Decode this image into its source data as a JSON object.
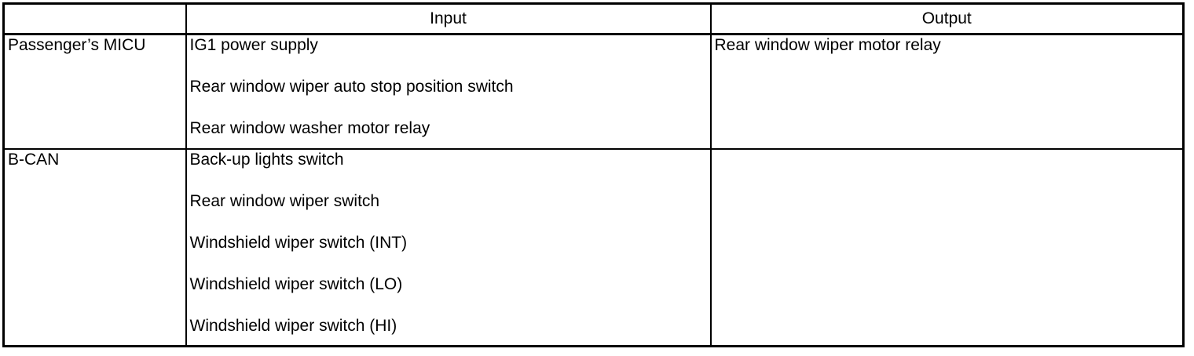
{
  "table": {
    "headers": {
      "source": "",
      "input": "Input",
      "output": "Output"
    },
    "rows": [
      {
        "source": "Passenger’s MICU",
        "inputs": [
          "IG1 power supply",
          "Rear window wiper auto stop position switch",
          "Rear window washer motor relay"
        ],
        "outputs": [
          "Rear window wiper motor relay"
        ]
      },
      {
        "source": "B-CAN",
        "inputs": [
          "Back-up lights switch",
          "Rear window wiper switch",
          "Windshield wiper switch (INT)",
          "Windshield wiper switch (LO)",
          "Windshield wiper switch (HI)"
        ],
        "outputs": []
      }
    ]
  },
  "colors": {
    "border": "#000000",
    "text": "#000000",
    "background": "#ffffff"
  }
}
